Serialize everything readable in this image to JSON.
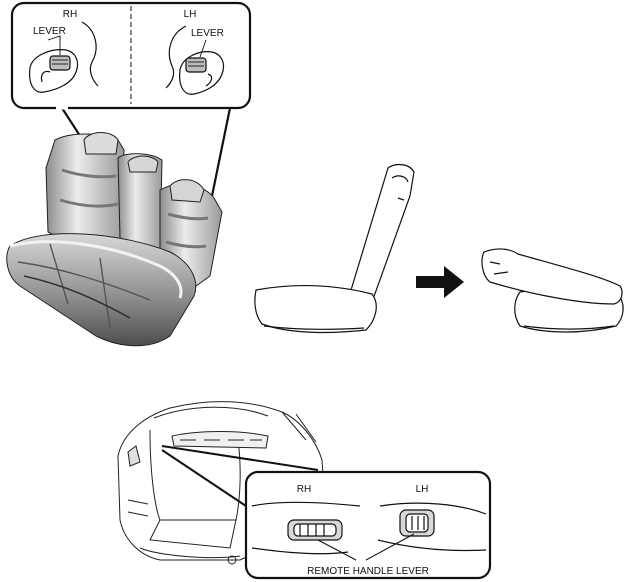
{
  "callout_top": {
    "left_side_label": "RH",
    "right_side_label": "LH",
    "left_lever_label": "LEVER",
    "right_lever_label": "LEVER"
  },
  "callout_bottom": {
    "left_side_label": "RH",
    "right_side_label": "LH",
    "handle_label": "REMOTE HANDLE LEVER"
  },
  "colors": {
    "line": "#111111",
    "seat_dark": "#6f6f6f",
    "seat_mid": "#a9a9a9",
    "seat_light": "#e6e6e6"
  },
  "icons": [
    "rear-seat-illustration",
    "seatback-upright-icon",
    "arrow-right-icon",
    "seatback-folded-icon",
    "vehicle-rear-icon"
  ]
}
